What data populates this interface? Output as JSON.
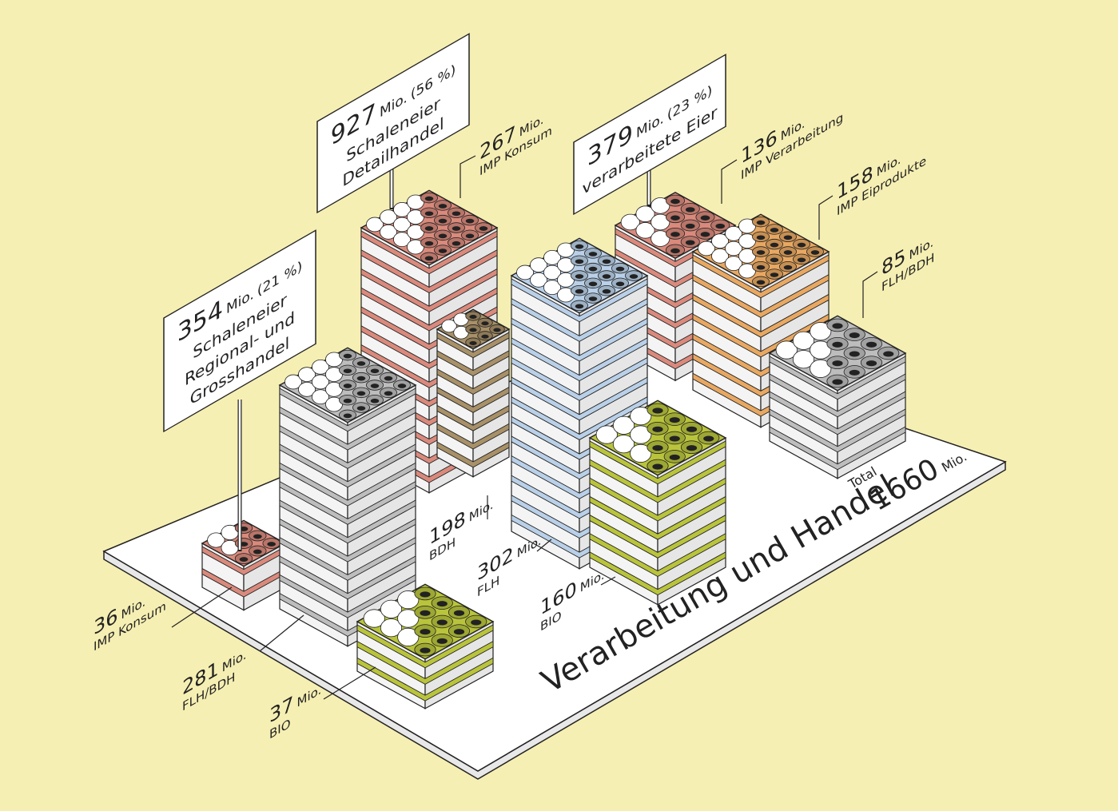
{
  "colors": {
    "background": "#f6efb3",
    "platform": "#ffffff",
    "imp": "#d98a7c",
    "flh_bdh": "#bdbdbd",
    "bio": "#b9c43c",
    "bdh": "#a89068",
    "flh": "#b9d0e8",
    "imp_eiprodukte": "#e8a862"
  },
  "title": "Verarbeitung und Handel",
  "total": {
    "label": "Total",
    "value": "1660",
    "unit": "Mio."
  },
  "signs": [
    {
      "value": "354",
      "unit": "Mio.",
      "share": "(21 %)",
      "line1": "Schaleneier",
      "line2": "Regional- und",
      "line3": "Grosshandel"
    },
    {
      "value": "927",
      "unit": "Mio.",
      "share": "(56 %)",
      "line1": "Schaleneier",
      "line2": "Detailhandel"
    },
    {
      "value": "379",
      "unit": "Mio.",
      "share": "(23 %)",
      "line1": "verarbeitete Eier"
    }
  ],
  "chart_data": {
    "type": "bar",
    "title": "Verarbeitung und Handel",
    "unit": "Mio. Eier",
    "total": 1660,
    "groups": [
      {
        "name": "Schaleneier Regional- und Grosshandel",
        "total": 354,
        "share_pct": 21
      },
      {
        "name": "Schaleneier Detailhandel",
        "total": 927,
        "share_pct": 56
      },
      {
        "name": "verarbeitete Eier",
        "total": 379,
        "share_pct": 23
      }
    ],
    "series": [
      {
        "group": 0,
        "value": 36,
        "value_label": "36",
        "unit": "Mio.",
        "category": "IMP Konsum",
        "color_key": "imp"
      },
      {
        "group": 0,
        "value": 281,
        "value_label": "281",
        "unit": "Mio.",
        "category": "FLH/BDH",
        "color_key": "flh_bdh"
      },
      {
        "group": 0,
        "value": 37,
        "value_label": "37",
        "unit": "Mio.",
        "category": "BIO",
        "color_key": "bio"
      },
      {
        "group": 1,
        "value": 267,
        "value_label": "267",
        "unit": "Mio.",
        "category": "IMP Konsum",
        "color_key": "imp"
      },
      {
        "group": 1,
        "value": 198,
        "value_label": "198",
        "unit": "Mio.",
        "category": "BDH",
        "color_key": "bdh"
      },
      {
        "group": 1,
        "value": 302,
        "value_label": "302",
        "unit": "Mio.",
        "category": "FLH",
        "color_key": "flh"
      },
      {
        "group": 1,
        "value": 160,
        "value_label": "160",
        "unit": "Mio.",
        "category": "BIO",
        "color_key": "bio"
      },
      {
        "group": 2,
        "value": 136,
        "value_label": "136",
        "unit": "Mio.",
        "category": "IMP Verarbeitung",
        "color_key": "imp"
      },
      {
        "group": 2,
        "value": 158,
        "value_label": "158",
        "unit": "Mio.",
        "category": "IMP Eiprodukte",
        "color_key": "imp_eiprodukte"
      },
      {
        "group": 2,
        "value": 85,
        "value_label": "85",
        "unit": "Mio.",
        "category": "FLH/BDH",
        "color_key": "flh_bdh"
      }
    ]
  }
}
